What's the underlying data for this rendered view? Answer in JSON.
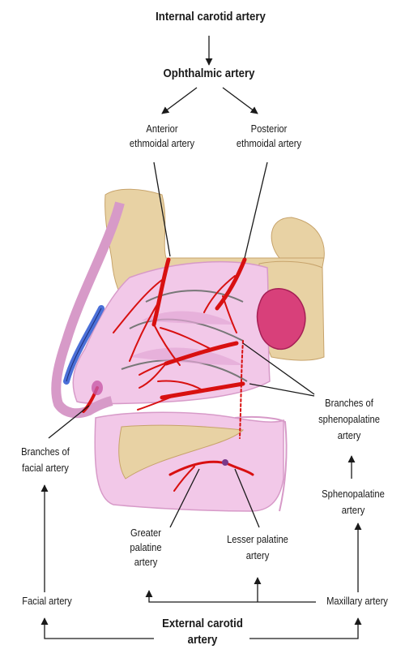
{
  "labels": {
    "internal_carotid": "Internal carotid artery",
    "ophthalmic": "Ophthalmic artery",
    "anterior_ethmoidal_1": "Anterior",
    "anterior_ethmoidal_2": "ethmoidal artery",
    "posterior_ethmoidal_1": "Posterior",
    "posterior_ethmoidal_2": "ethmoidal artery",
    "branches_spheno_1": "Branches of",
    "branches_spheno_2": "sphenopalatine",
    "branches_spheno_3": "artery",
    "branches_facial_1": "Branches of",
    "branches_facial_2": "facial artery",
    "sphenopalatine_1": "Sphenopalatine",
    "sphenopalatine_2": "artery",
    "greater_palatine_1": "Greater",
    "greater_palatine_2": "palatine",
    "greater_palatine_3": "artery",
    "lesser_palatine_1": "Lesser palatine",
    "lesser_palatine_2": "artery",
    "facial": "Facial artery",
    "maxillary": "Maxillary artery",
    "external_carotid_1": "External carotid",
    "external_carotid_2": "artery"
  },
  "colors": {
    "artery": "#d81010",
    "bone": "#e8d2a4",
    "mucosa": "#f2c8e8",
    "mucosa_dark": "#e3a6d6",
    "sinus": "#d8407a",
    "cartilage": "#4b70d8",
    "line": "#1a1a1a"
  }
}
